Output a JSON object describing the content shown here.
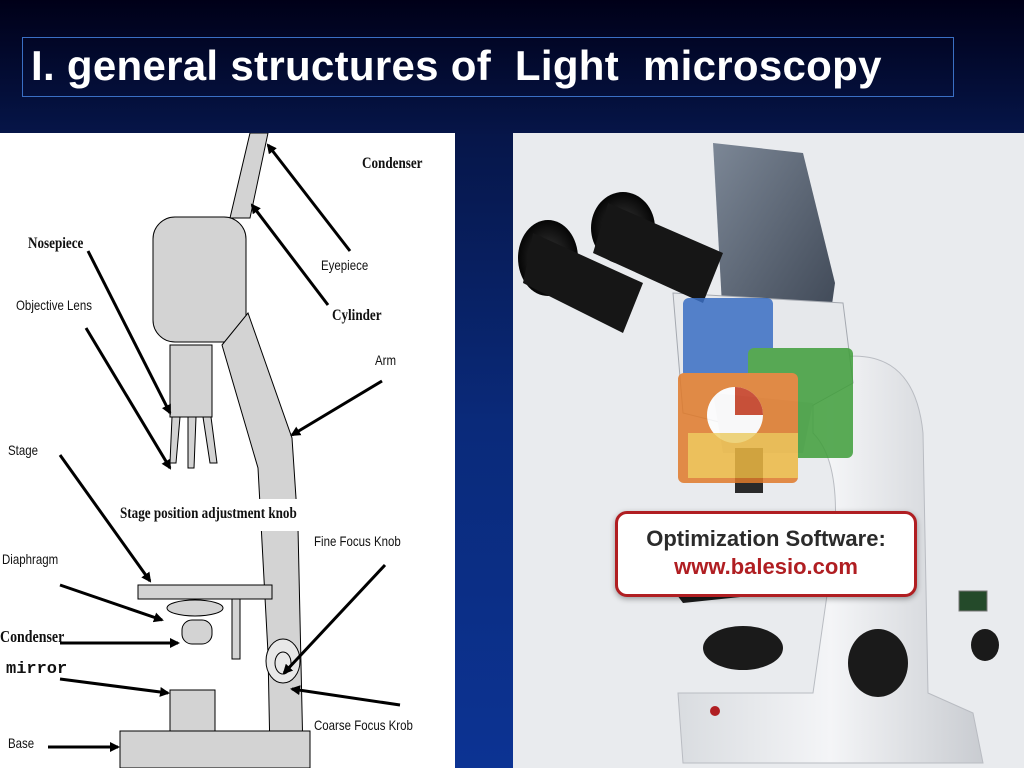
{
  "slide": {
    "title": "I. general structures of  Light  microscopy"
  },
  "diagram": {
    "labels": {
      "condenser_top": "Condenser",
      "nosepiece": "Nosepiece",
      "eyepiece": "Eyepiece",
      "objective_lens": "Objective Lens",
      "cylinder": "Cylinder",
      "arm": "Arm",
      "stage": "Stage",
      "stage_knob": "Stage position adjustment knob",
      "fine_focus": "Fine Focus Knob",
      "diaphragm": "Diaphragm",
      "condenser": "Condenser",
      "mirror": "mirror",
      "coarse_focus": "Coarse Focus Krob",
      "base": "Base"
    }
  },
  "photo": {
    "watermark_line1": "Optimization Software:",
    "watermark_line2": "www.balesio.com"
  },
  "colors": {
    "title_text": "#ffffff",
    "background_top": "#000018",
    "background_bottom": "#0c3393",
    "stamp_red": "#b01e22"
  }
}
